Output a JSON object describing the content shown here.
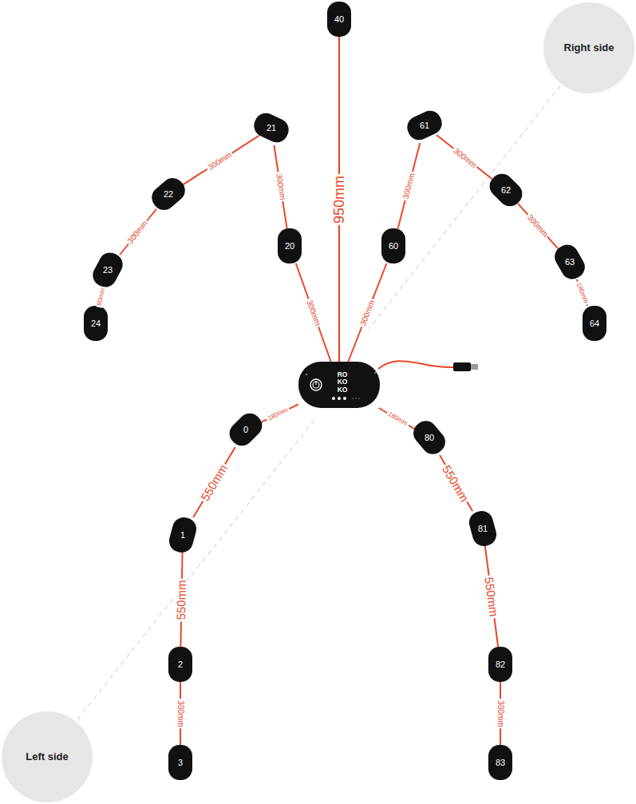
{
  "diagram": {
    "nodes": [
      {
        "text": [
          "40"
        ]
      },
      {
        "text": [
          "Right side"
        ]
      },
      {
        "text": [
          "61"
        ]
      },
      {
        "text": [
          "21"
        ]
      },
      {
        "text": [
          "62"
        ]
      },
      {
        "text": [
          "22"
        ]
      },
      {
        "text": [
          "20"
        ]
      },
      {
        "text": [
          "60"
        ]
      },
      {
        "text": [
          "63"
        ]
      },
      {
        "text": [
          "23"
        ]
      },
      {
        "text": [
          "24"
        ]
      },
      {
        "text": [
          "64"
        ]
      },
      {
        "text": [
          "RO KO KO"
        ]
      },
      {
        "text": [
          "0"
        ]
      },
      {
        "text": [
          "80"
        ]
      },
      {
        "text": [
          "1"
        ]
      },
      {
        "text": [
          "81"
        ]
      },
      {
        "text": [
          "2"
        ]
      },
      {
        "text": [
          "82"
        ]
      },
      {
        "text": [
          "Left side"
        ]
      },
      {
        "text": [
          "3"
        ]
      },
      {
        "text": [
          "83"
        ]
      }
    ],
    "edges": [
      {
        "from": 12,
        "to": 0,
        "arrow": "none",
        "label": "950mm"
      },
      {
        "from": 12,
        "to": 6,
        "arrow": "none",
        "label": "300mm"
      },
      {
        "from": 6,
        "to": 3,
        "arrow": "none",
        "label": "300mm"
      },
      {
        "from": 3,
        "to": 5,
        "arrow": "none",
        "label": "300mm"
      },
      {
        "from": 5,
        "to": 9,
        "arrow": "none",
        "label": "300mm"
      },
      {
        "from": 9,
        "to": 10,
        "arrow": "none",
        "label": "80mm"
      },
      {
        "from": 12,
        "to": 7,
        "arrow": "none",
        "label": "300mm"
      },
      {
        "from": 7,
        "to": 2,
        "arrow": "none",
        "label": "300mm"
      },
      {
        "from": 2,
        "to": 4,
        "arrow": "none",
        "label": "300mm"
      },
      {
        "from": 4,
        "to": 8,
        "arrow": "none",
        "label": "300mm"
      },
      {
        "from": 8,
        "to": 11,
        "arrow": "none",
        "label": "180mm"
      },
      {
        "from": 12,
        "to": 13,
        "arrow": "none",
        "label": "180mm"
      },
      {
        "from": 13,
        "to": 15,
        "arrow": "none",
        "label": "550mm"
      },
      {
        "from": 15,
        "to": 17,
        "arrow": "none",
        "label": "550mm"
      },
      {
        "from": 17,
        "to": 20,
        "arrow": "none",
        "label": "300mm"
      },
      {
        "from": 12,
        "to": 14,
        "arrow": "none",
        "label": "180mm"
      },
      {
        "from": 14,
        "to": 16,
        "arrow": "none",
        "label": "550mm"
      },
      {
        "from": 16,
        "to": 18,
        "arrow": "none",
        "label": "550mm"
      },
      {
        "from": 18,
        "to": 21,
        "arrow": "none",
        "label": "300mm"
      }
    ]
  }
}
